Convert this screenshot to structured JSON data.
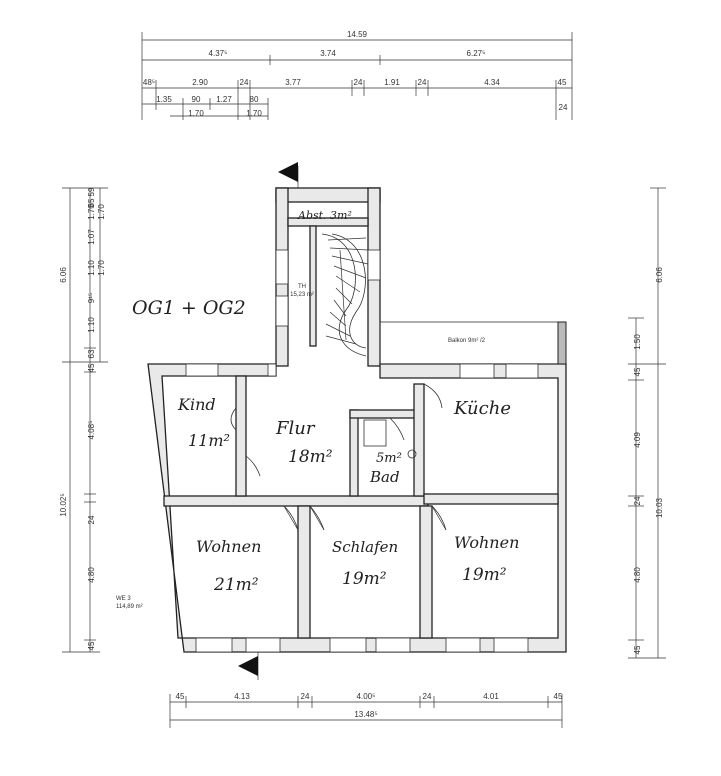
{
  "top_dims": {
    "total": "14.59",
    "row1": [
      "4.37⁵",
      "3.74",
      "6.27⁵"
    ],
    "row2": [
      "48⁵",
      "2.90",
      "24",
      "3.77",
      "24",
      "1.91",
      "24",
      "4.34",
      "45"
    ],
    "row3": [
      "1.35",
      "90",
      "1.27",
      "80"
    ],
    "row4": [
      "1.70",
      "1.70"
    ],
    "right_small": "24"
  },
  "left_dims": {
    "outer_top": "6.06",
    "outer_bottom": "10.02⁵",
    "inner": [
      "1.70",
      "1.07",
      "1.10",
      "9¹⁵",
      "1.10",
      "65",
      "59",
      "63",
      "45",
      "4.08⁵",
      "24",
      "4.80",
      "45"
    ],
    "inner_far": [
      "1.70",
      "1.70"
    ]
  },
  "right_dims": {
    "outer_top": "6.06",
    "outer_bottom": "10.03",
    "inner": [
      "1.50",
      "45",
      "4.09",
      "24",
      "4.80",
      "45"
    ]
  },
  "bottom_dims": {
    "row1": [
      "45",
      "4.13",
      "24",
      "4.00⁵",
      "24",
      "4.01",
      "45"
    ],
    "total": "13.48⁵"
  },
  "labels": {
    "floor": "OG1 + OG2",
    "abst": "Abst. 3m²",
    "th_title": "TH",
    "th_area": "15,23 m²",
    "balkon": "Balkon 9m² /2",
    "we_title": "WE 3",
    "we_area": "114,89 m²"
  },
  "rooms": [
    {
      "name": "Kind",
      "area": "11m²"
    },
    {
      "name": "Flur",
      "area": "18m²"
    },
    {
      "name": "Küche",
      "area": ""
    },
    {
      "name": "Bad",
      "area": "5m²"
    },
    {
      "name": "Wohnen",
      "area": "21m²"
    },
    {
      "name": "Schlafen",
      "area": "19m²"
    },
    {
      "name": "Wohnen",
      "area": "19m²"
    }
  ]
}
